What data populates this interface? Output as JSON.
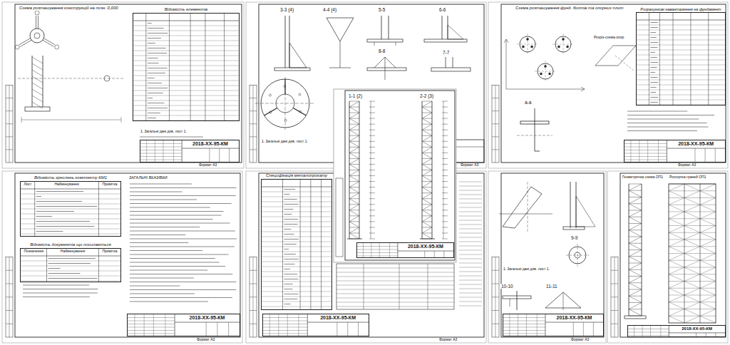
{
  "diagram": {
    "nodes": [
      {
        "text": [
          "Відомість елементів"
        ]
      },
      {
        "text": [
          "2018-ХХ-95-КМ"
        ]
      },
      {
        "text": [
          "Розрахункові навантаження на фундамент"
        ]
      },
      {
        "text": [
          "2018-ХХ-95-КМ"
        ]
      },
      {
        "text": [
          "Відомість креслень комплекту КМ1",
          "Лист",
          "Найменування",
          "Примітка"
        ]
      },
      {
        "text": [
          "Відомість документів що посилаються",
          "Позначення",
          "Найменування",
          "Примітка"
        ]
      },
      {
        "text": [
          "2018-ХХ-95-КМ"
        ]
      },
      {
        "text": [
          "Специфікація металопрокату"
        ]
      },
      {
        "text": [
          "2018-ХХ-95-КМ"
        ]
      },
      {
        "text": [
          "2018-ХХ-95-КМ"
        ]
      },
      {
        "text": [
          "2018-ХХ-95-КМ"
        ]
      },
      {
        "text": [
          "2018-ХХ-95-КМ"
        ]
      }
    ],
    "labels": [
      "Схема розташування конструкцій на позн. 0,000",
      "1. Загальні дані див. лист 1.",
      "Формат А3",
      "3-3 (4)",
      "4-4 (4)",
      "5-5",
      "6-6",
      "7-7",
      "8-8",
      "1. Загальні дані див. лист 1.",
      "Формат А3",
      "1-1 (2)",
      "2-2 (3)",
      "Схема розташування фунд. болтів та опорних плит",
      "Розріз-схема опор",
      "а-а",
      "Формат А3",
      "ЗАГАЛЬНІ ВКАЗІВКИ",
      "Формат А3",
      "Формат А3",
      "9-9",
      "10-10",
      "11-11",
      "1. Загальні дані див. лист 1.",
      "Формат А3",
      "Геометрична схема ОП1",
      "Розгортка граней ОП1"
    ]
  }
}
